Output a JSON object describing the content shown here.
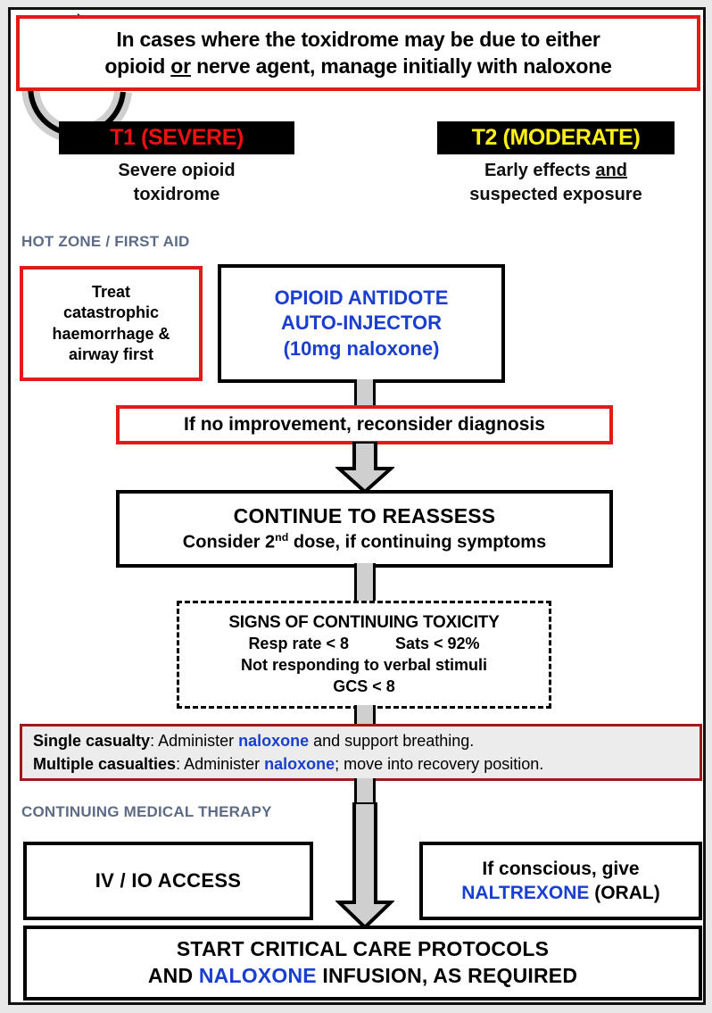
{
  "header": {
    "line1": "In cases where the toxidrome may be due to either",
    "line2_pre": "opioid ",
    "line2_underline": "or",
    "line2_post": " nerve agent, manage initially with naloxone"
  },
  "tiers": [
    {
      "badge": "T1 (SEVERE)",
      "badge_color": "#ee1111",
      "badge_bg": "#000000",
      "sub_line1": "Severe opioid",
      "sub_line2": "toxidrome"
    },
    {
      "badge": "T2 (MODERATE)",
      "badge_color": "#ffef18",
      "badge_bg": "#000000",
      "sub_line1_pre": "Early effects ",
      "sub_line1_underline": "and",
      "sub_line2": "suspected exposure"
    }
  ],
  "sections": {
    "hot_zone": "HOT ZONE / FIRST AID",
    "continuing": "CONTINUING MEDICAL THERAPY",
    "label_color": "#5d6b86"
  },
  "boxes": {
    "haemorrhage": {
      "line1": "Treat",
      "line2": "catastrophic",
      "line3": "haemorrhage &",
      "line4": "airway first",
      "border_color": "#e01b18"
    },
    "antidote": {
      "line1": "OPIOID ANTIDOTE",
      "line2": "AUTO-INJECTOR",
      "line3": "(10mg naloxone)",
      "text_color": "#1a3fd0",
      "border_color": "#000000"
    },
    "reconsider": {
      "text": "If no improvement, reconsider diagnosis",
      "border_color": "#e01b18"
    },
    "reassess": {
      "line1": "CONTINUE TO REASSESS",
      "line2_pre": "Consider 2",
      "line2_sup": "nd",
      "line2_post": " dose, if continuing symptoms",
      "border_color": "#000000"
    },
    "toxicity": {
      "line1": "SIGNS OF CONTINUING TOXICITY",
      "line2_left": "Resp rate < 8",
      "line2_right": "Sats < 92%",
      "line3": "Not responding to verbal stimuli",
      "line4": "GCS < 8",
      "border_style": "dashed"
    },
    "casualty": {
      "row1_label": "Single casualty",
      "row1_mid": ": Administer ",
      "row1_drug": "naloxone",
      "row1_end": " and support breathing.",
      "row2_label": "Multiple casualties",
      "row2_mid": ": Administer ",
      "row2_drug": "naloxone",
      "row2_end": "; move into recovery position.",
      "background": "#ececec",
      "border_color": "#9e1b1b"
    },
    "ivio": {
      "text": "IV / IO ACCESS",
      "border_color": "#000000"
    },
    "naltrexone": {
      "line1": "If conscious, give",
      "line2_drug": "NALTREXONE",
      "line2_post": " (ORAL)",
      "drug_color": "#1a3fd0",
      "border_color": "#000000"
    },
    "critical": {
      "line1": "START CRITICAL CARE PROTOCOLS",
      "line2_pre": "AND ",
      "line2_drug": "NALOXONE",
      "line2_post": " INFUSION, AS REQUIRED",
      "drug_color": "#1a3fd0",
      "border_color": "#000000"
    }
  },
  "connectors": {
    "fill": "#cfcfcf",
    "stroke": "#000000",
    "loop_label": "reassess-loop-arrow"
  }
}
